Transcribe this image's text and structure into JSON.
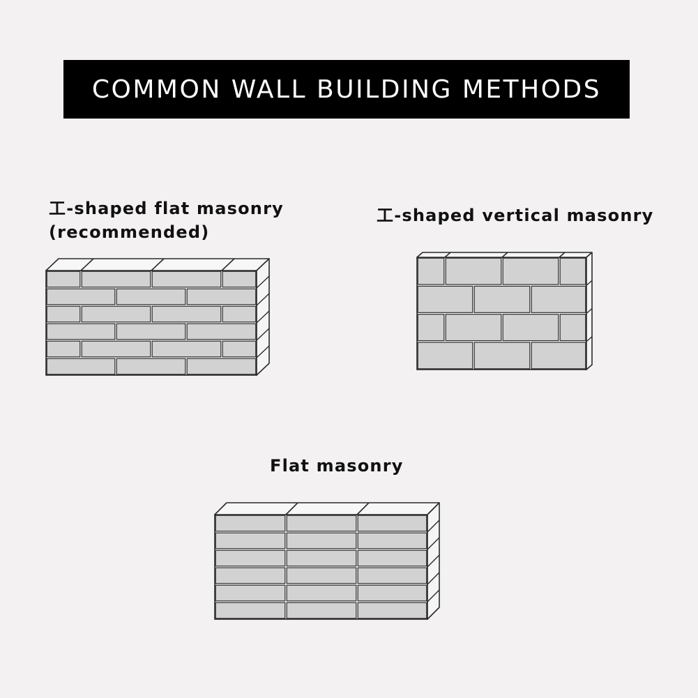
{
  "title": "COMMON WALL BUILDING METHODS",
  "walls": [
    {
      "id": "i-shaped-flat",
      "label_lines": [
        "工-shaped flat masonry",
        "(recommended)"
      ],
      "pattern": "staggered",
      "rows": 6
    },
    {
      "id": "i-shaped-vertical",
      "label_lines": [
        "工-shaped vertical masonry"
      ],
      "pattern": "staggered",
      "rows": 4
    },
    {
      "id": "flat",
      "label_lines": [
        "Flat masonry"
      ],
      "pattern": "stacked",
      "rows": 6
    }
  ],
  "colors": {
    "background": "#f3f1f2",
    "banner": "#000000",
    "banner_text": "#ffffff",
    "brick_face": "#d2d2d2",
    "brick_top": "#f7f7f7",
    "brick_side": "#f5f5f5",
    "outline": "#2a2a2a"
  }
}
